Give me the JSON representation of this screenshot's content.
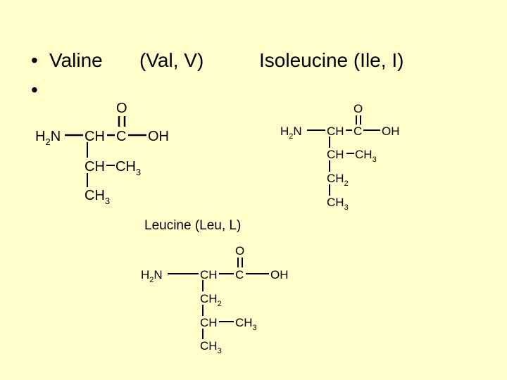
{
  "slide": {
    "bullets": [
      "•",
      "•"
    ],
    "heading": {
      "valine": "Valine",
      "valine_abbr": "(Val, V)",
      "isoleucine": "Isoleucine (Ile, I)"
    },
    "leucine_caption": "Leucine (Leu, L)"
  },
  "structures": {
    "valine": {
      "amine": "H2N",
      "alpha": "CH",
      "carboxyl_c": "C",
      "hydroxyl": "OH",
      "carbonyl_o": "O",
      "beta": "CH",
      "methyl_side": "CH3",
      "methyl_down": "CH3"
    },
    "isoleucine": {
      "amine": "H2N",
      "alpha": "CH",
      "carboxyl_c": "C",
      "hydroxyl": "OH",
      "carbonyl_o": "O",
      "beta": "CH",
      "methyl_side": "CH3",
      "gamma": "CH2",
      "delta": "CH3"
    },
    "leucine": {
      "amine": "H2N",
      "alpha": "CH",
      "carboxyl_c": "C",
      "hydroxyl": "OH",
      "carbonyl_o": "O",
      "beta": "CH2",
      "gamma": "CH",
      "methyl_side": "CH3",
      "delta": "CH3"
    }
  },
  "colors": {
    "background": "#FFFFCC",
    "ink": "#000000"
  }
}
